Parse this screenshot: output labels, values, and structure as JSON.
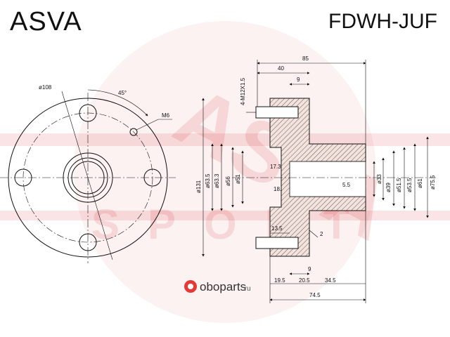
{
  "header": {
    "brand": "ASVA",
    "part_number": "FDWH-JUF"
  },
  "watermark": {
    "text_main": "ASVA",
    "text_sub": "SPORT",
    "color": "#d2202a"
  },
  "footer_logo": {
    "text": "oboparts",
    "suffix": ".ru",
    "icon": "oboparts-logo-icon",
    "accent": "#e53935"
  },
  "dimensions": {
    "pcd": "ø108",
    "angle": "45°",
    "stud_hole": "M6",
    "thread": "4-M12X1.5",
    "overall_length": "85",
    "len_40": "40",
    "len_9_top": "9",
    "len_9_bottom": "9",
    "d131": "ø131",
    "d63_5": "ø63.5",
    "d63_3": "ø63.3",
    "d56": "ø56",
    "d51": "ø51",
    "len_17_3": "17.3",
    "len_18": "18.",
    "len_5_5": "5.5",
    "d33": "ø33",
    "d39": "ø39",
    "d51_5": "ø51.5",
    "d53_5": "ø53.5",
    "d61": "ø61",
    "d75_5": "ø75.5",
    "len_13_5": "13.5",
    "len_2": "2",
    "len_19_5": "19.5",
    "len_20_5": "20.5",
    "len_34_5": "34.5",
    "len_74_5": "74.5"
  }
}
